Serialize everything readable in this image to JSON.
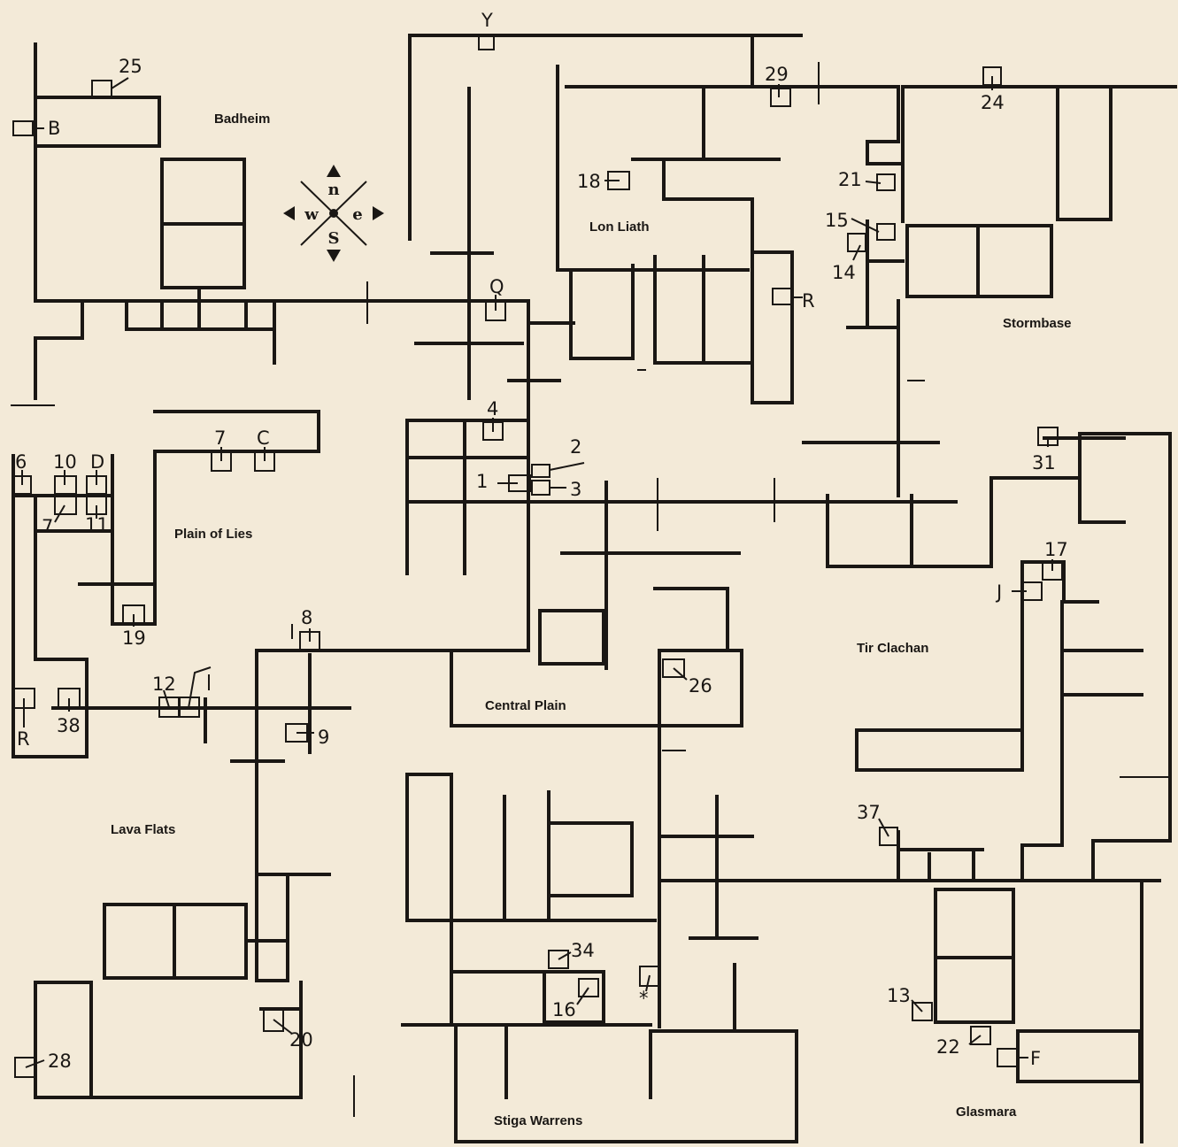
{
  "regions": {
    "badheim": "Badheim",
    "lon_liath": "Lon Liath",
    "stormbase": "Stormbase",
    "plain_of_lies": "Plain of Lies",
    "central_plain": "Central Plain",
    "tir_clachan": "Tir Clachan",
    "lava_flats": "Lava Flats",
    "stiga_warrens": "Stiga Warrens",
    "glasmara": "Glasmara"
  },
  "markers": {
    "y": "Y",
    "m25": "25",
    "b": "B",
    "m29": "29",
    "m24": "24",
    "m18": "18",
    "m21": "21",
    "m15": "15",
    "m14": "14",
    "r_north": "R",
    "q": "Q",
    "m4": "4",
    "m2": "2",
    "m1": "1",
    "m3": "3",
    "m31": "31",
    "m7_upper": "7",
    "c": "C",
    "m6": "6",
    "m10": "10",
    "d": "D",
    "m7_lower": "7",
    "m11": "11",
    "m19": "19",
    "m17": "17",
    "j": "J",
    "m8": "8",
    "m26": "26",
    "m12": "12",
    "r_west": "R",
    "m38": "38",
    "m9": "9",
    "m37": "37",
    "m34": "34",
    "m16": "16",
    "star": "*",
    "m13": "13",
    "m22": "22",
    "f": "F",
    "m20": "20",
    "m28": "28"
  },
  "compass": {
    "north": "n",
    "south": "S",
    "west": "w",
    "east": "e"
  }
}
